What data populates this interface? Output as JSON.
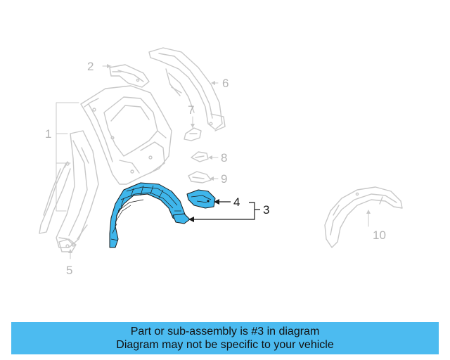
{
  "diagram": {
    "callouts": {
      "c1": "1",
      "c2": "2",
      "c3": "3",
      "c4": "4",
      "c5": "5",
      "c6": "6",
      "c7": "7",
      "c8": "8",
      "c9": "9",
      "c10": "10"
    },
    "highlight_color": "#3fb6eb",
    "line_color": "#c8c8c8"
  },
  "footer": {
    "line1": "Part or sub-assembly is #3 in diagram",
    "line2": "Diagram may not be specific to your vehicle"
  }
}
